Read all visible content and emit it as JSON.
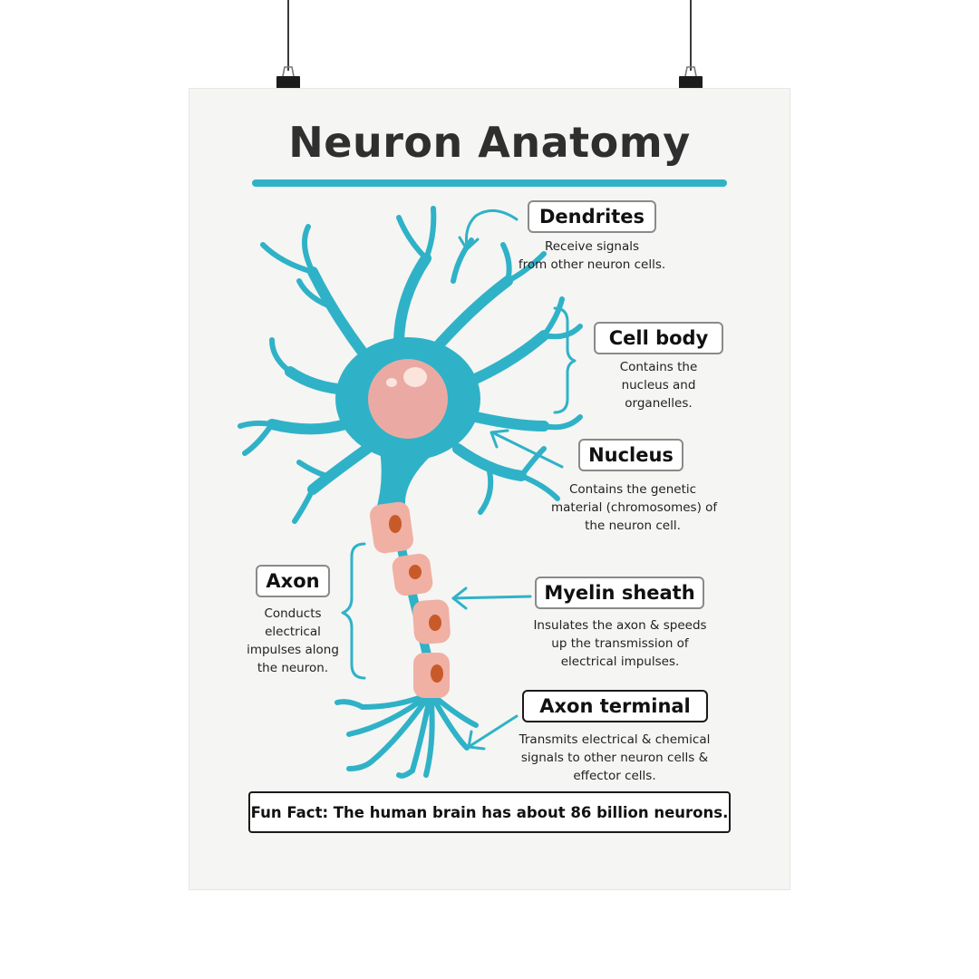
{
  "poster": {
    "title": "Neuron Anatomy",
    "accent_color": "#2fb2c7",
    "cell_body_color": "#eaaaa3",
    "myelin_color": "#f0b0a4",
    "myelin_core_color": "#c85a2a"
  },
  "labels": [
    {
      "key": "dendrites",
      "title": "Dendrites",
      "desc": [
        "Receive signals",
        "from other neuron cells."
      ]
    },
    {
      "key": "cell-body",
      "title": "Cell body",
      "desc": [
        "Contains the",
        "nucleus and",
        "organelles."
      ]
    },
    {
      "key": "nucleus",
      "title": "Nucleus",
      "desc": [
        "Contains the genetic",
        "material (chromosomes) of",
        "the neuron cell."
      ]
    },
    {
      "key": "axon",
      "title": "Axon",
      "desc": [
        "Conducts",
        "electrical",
        "impulses along",
        "the neuron."
      ]
    },
    {
      "key": "myelin-sheath",
      "title": "Myelin sheath",
      "desc": [
        "Insulates the axon & speeds",
        "up the transmission of",
        "electrical impulses."
      ]
    },
    {
      "key": "axon-terminal",
      "title": "Axon terminal",
      "desc": [
        "Transmits electrical & chemical",
        "signals to other neuron cells &",
        "effector cells."
      ]
    }
  ],
  "fun_fact": "Fun Fact: The human brain has about 86 billion neurons."
}
